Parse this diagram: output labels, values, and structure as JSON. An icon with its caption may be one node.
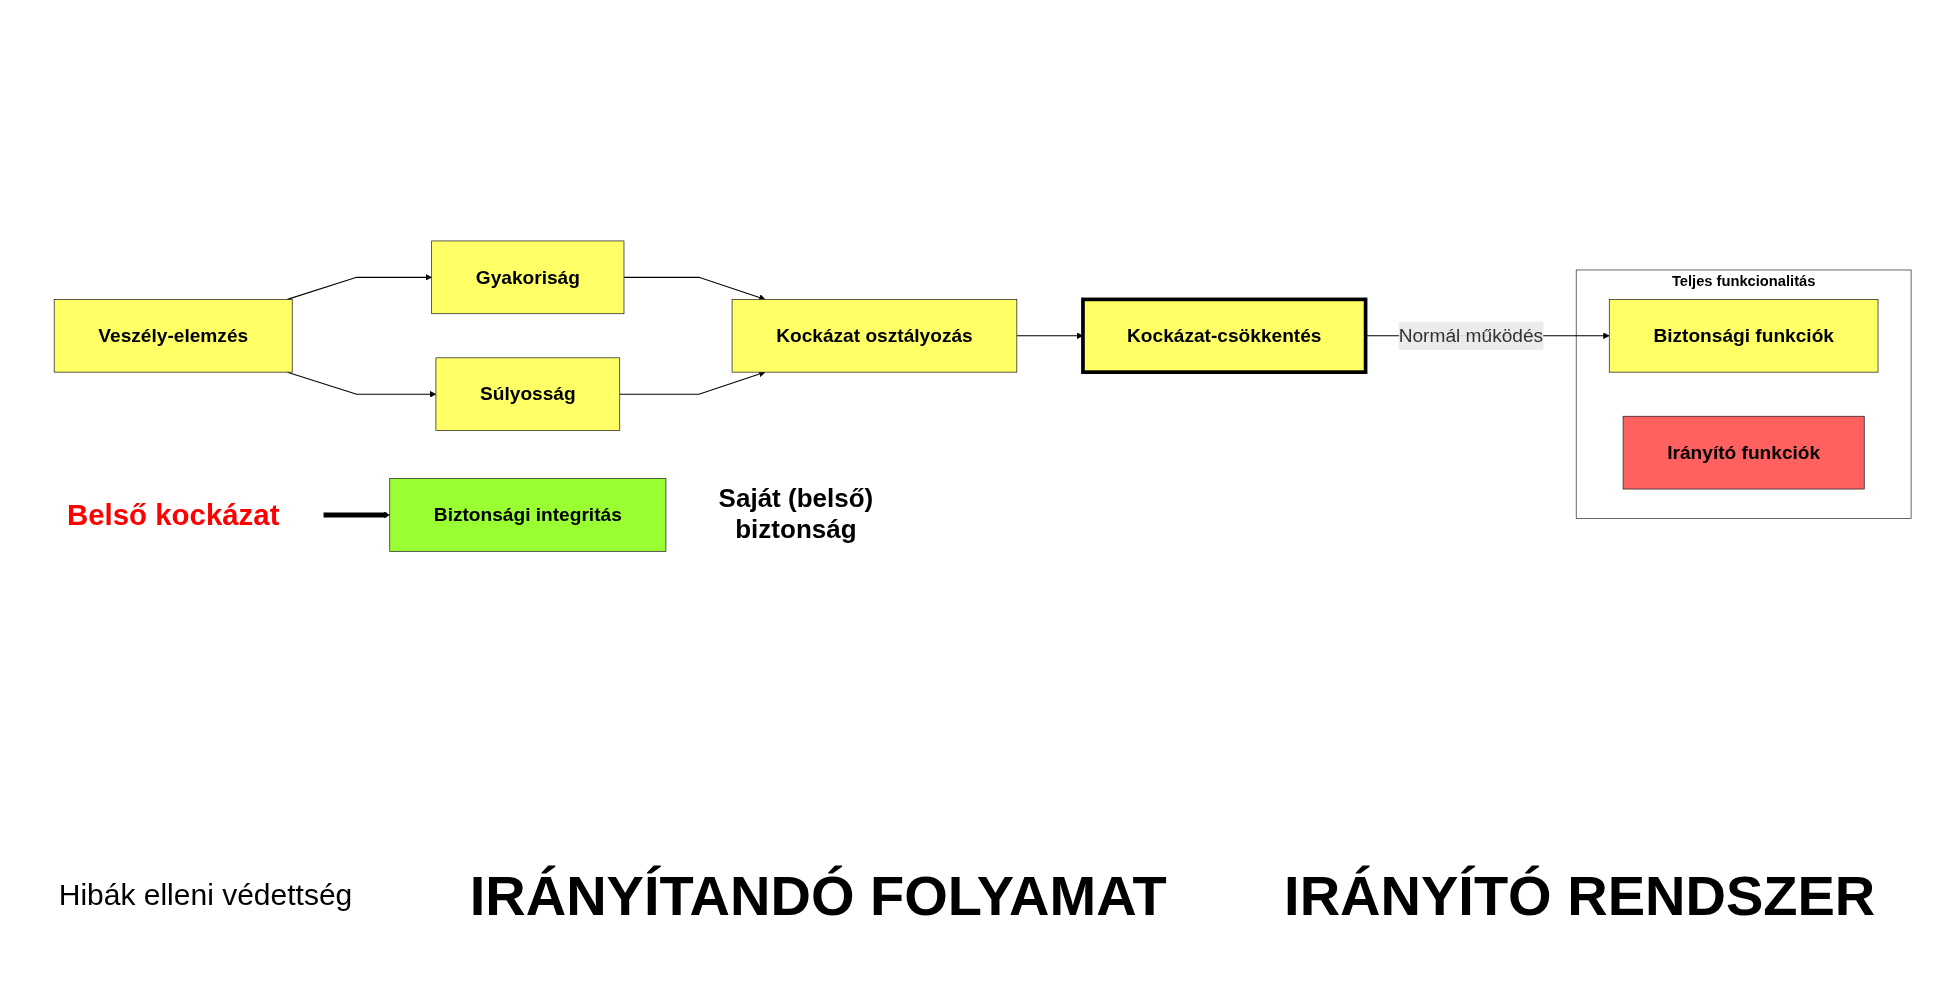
{
  "diagram": {
    "nodes": [
      {
        "text": [
          "Veszély-elemzés"
        ]
      },
      {
        "text": [
          "Gyakoriság"
        ]
      },
      {
        "text": [
          "Súlyosság"
        ]
      },
      {
        "text": [
          "Kockázat osztályozás"
        ]
      },
      {
        "text": [
          "Kockázat-csökkentés"
        ]
      },
      {
        "text": [
          "Teljes funkcionalitás"
        ]
      },
      {
        "text": [
          "Biztonsági funkciók"
        ],
        "in": 5
      },
      {
        "text": [
          "Irányító funkciók"
        ],
        "in": 5
      },
      {
        "text": [
          "Biztonsági integritás"
        ],
        "beside": [
          "Saját (belső) biztonság"
        ]
      },
      {
        "text": [
          "Belső kockázat"
        ]
      }
    ],
    "edges": [
      {
        "from": 0,
        "to": 1,
        "arrow": "to"
      },
      {
        "from": 0,
        "to": 2,
        "arrow": "to"
      },
      {
        "from": 1,
        "to": 3,
        "arrow": "to"
      },
      {
        "from": 2,
        "to": 3,
        "arrow": "to"
      },
      {
        "from": 3,
        "to": 4,
        "arrow": "to"
      },
      {
        "from": 4,
        "to": 6,
        "arrow": "to",
        "label": "Normál működés"
      },
      {
        "from": 9,
        "to": 8,
        "arrow": "to",
        "style": "thick"
      }
    ],
    "labels": [
      "Hibák elleni védettség",
      "IRÁNYÍTANDÓ FOLYAMAT",
      "IRÁNYÍTÓ RENDSZER"
    ]
  }
}
